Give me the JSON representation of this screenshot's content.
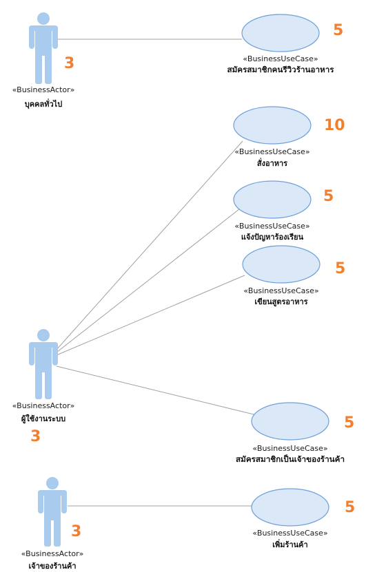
{
  "actors": [
    {
      "id": "general-public",
      "stereotype": "«BusinessActor»",
      "name": "บุคคลทั่วไป",
      "weight": "3"
    },
    {
      "id": "system-user",
      "stereotype": "«BusinessActor»",
      "name": "ผู้ใช้งานระบบ",
      "weight": "3"
    },
    {
      "id": "shop-owner",
      "stereotype": "«BusinessActor»",
      "name": "เจ้าของร้านค้า",
      "weight": "3"
    }
  ],
  "use_cases": [
    {
      "id": "register-reviewer",
      "stereotype": "«BusinessUseCase»",
      "name": "สมัครสมาชิกคนรีวิวร้านอาหาร",
      "weight": "5"
    },
    {
      "id": "order-food",
      "stereotype": "«BusinessUseCase»",
      "name": "สั่งอาหาร",
      "weight": "10"
    },
    {
      "id": "report-complaint",
      "stereotype": "«BusinessUseCase»",
      "name": "แจ้งปัญหาร้องเรียน",
      "weight": "5"
    },
    {
      "id": "write-recipe",
      "stereotype": "«BusinessUseCase»",
      "name": "เขียนสูตรอาหาร",
      "weight": "5"
    },
    {
      "id": "register-shop-owner",
      "stereotype": "«BusinessUseCase»",
      "name": "สมัครสมาชิกเป็นเจ้าของร้านค้า",
      "weight": "5"
    },
    {
      "id": "add-shop",
      "stereotype": "«BusinessUseCase»",
      "name": "เพิ่มร้านค้า",
      "weight": "5"
    }
  ],
  "associations": [
    {
      "from": "general-public",
      "to": "register-reviewer"
    },
    {
      "from": "system-user",
      "to": "order-food"
    },
    {
      "from": "system-user",
      "to": "report-complaint"
    },
    {
      "from": "system-user",
      "to": "write-recipe"
    },
    {
      "from": "system-user",
      "to": "register-shop-owner"
    },
    {
      "from": "shop-owner",
      "to": "add-shop"
    }
  ],
  "colors": {
    "actor_fill": "#a9cbee",
    "usecase_fill": "#dbe8f7",
    "usecase_stroke": "#6f9fd8",
    "line": "#a0a0a0",
    "weight_text": "#f08030"
  }
}
